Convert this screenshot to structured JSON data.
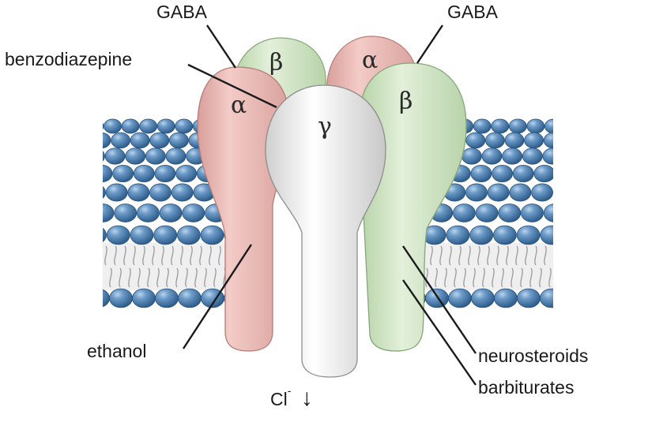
{
  "diagram": {
    "labels": {
      "gaba_left": "GABA",
      "gaba_right": "GABA",
      "benzodiazepine": "benzodiazepine",
      "ethanol": "ethanol",
      "neurosteroids": "neurosteroids",
      "barbiturates": "barbiturates",
      "chloride_base": "Cl",
      "chloride_charge": "-",
      "chloride_arrow": "↓"
    },
    "subunits": {
      "back_beta": "β",
      "back_alpha": "α",
      "front_alpha": "α",
      "gamma": "γ",
      "front_beta": "β"
    },
    "colors": {
      "alpha": "#eab9b5",
      "beta": "#cfe4c3",
      "gamma": "#f2f2f2",
      "lipid_head": "#4f7fb0",
      "lipid_tail": "#9a9a9a"
    }
  }
}
